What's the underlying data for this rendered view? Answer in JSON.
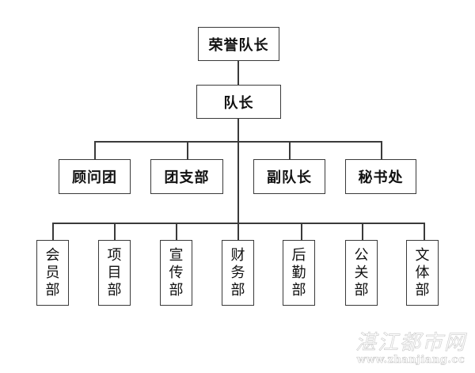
{
  "org_chart": {
    "top": "荣誉队长",
    "leader": "队长",
    "level2": [
      "顾问团",
      "团支部",
      "副队长",
      "秘书处"
    ],
    "level3": [
      "会员部",
      "项目部",
      "宣传部",
      "财务部",
      "后勤部",
      "公关部",
      "文体部"
    ]
  },
  "watermark": {
    "site_name": "湛江都市网",
    "url": "www.zhanjiang.cc"
  }
}
